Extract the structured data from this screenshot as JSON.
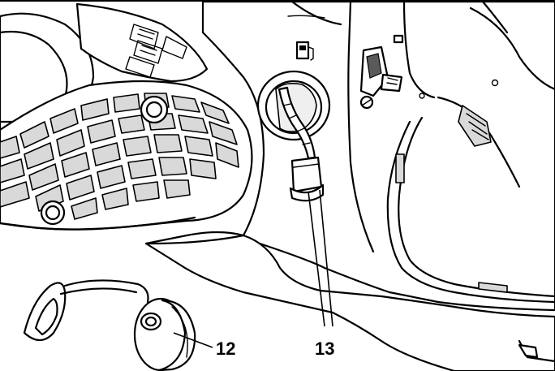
{
  "figure": {
    "callouts": [
      {
        "id": "fuel-cap",
        "label": "12"
      },
      {
        "id": "fuel-filter",
        "label": "13"
      }
    ]
  }
}
